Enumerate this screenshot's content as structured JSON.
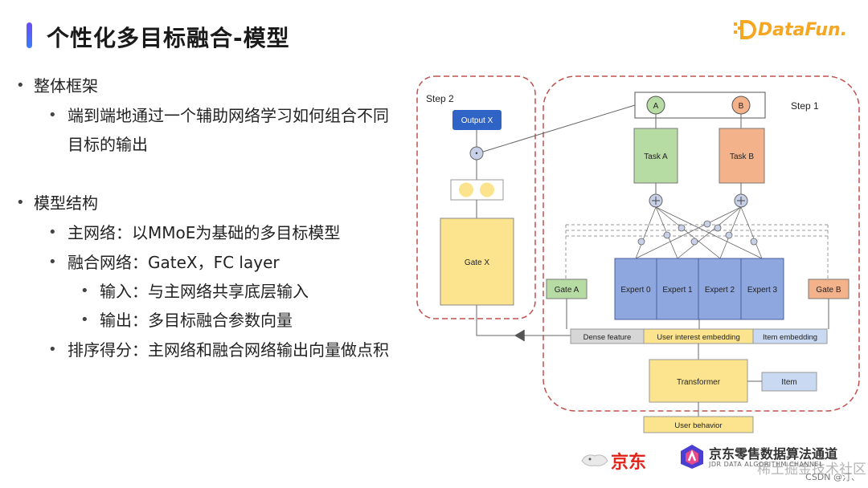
{
  "header": {
    "title": "个性化多目标融合-模型",
    "logo_text": "DataFun."
  },
  "bullets": [
    {
      "level": 1,
      "text": "整体框架"
    },
    {
      "level": 2,
      "text": "端到端地通过一个辅助网络学习如何组合不同"
    },
    {
      "level": 2,
      "text": "目标的输出",
      "continuation": true
    },
    {
      "level": 1,
      "text": "模型结构"
    },
    {
      "level": 2,
      "text": "主网络：以MMoE为基础的多目标模型"
    },
    {
      "level": 2,
      "text": "融合网络：GateX，FC layer"
    },
    {
      "level": 3,
      "text": "输入：与主网络共享底层输入"
    },
    {
      "level": 3,
      "text": "输出：多目标融合参数向量"
    },
    {
      "level": 2,
      "text": "排序得分：主网络和融合网络输出向量做点积"
    }
  ],
  "diagram": {
    "step2": "Step 2",
    "step1": "Step 1",
    "output_x": "Output X",
    "gate_x": "Gate X",
    "node_a": "A",
    "node_b": "B",
    "task_a": "Task A",
    "task_b": "Task B",
    "gate_a": "Gate A",
    "gate_b": "Gate B",
    "experts": [
      "Expert 0",
      "Expert 1",
      "Expert 2",
      "Expert 3"
    ],
    "dense_feature": "Dense feature",
    "user_interest": "User interest embedding",
    "item_embedding": "Item embedding",
    "transformer": "Transformer",
    "item": "Item",
    "user_behavior": "User behavior",
    "dot_symbol": "•",
    "colors": {
      "green": "#b7dca3",
      "orange": "#f4b28a",
      "blue": "#8ea7de",
      "yellow": "#fbe48d",
      "navy": "#2f64c6",
      "red_dash": "#c0504d"
    }
  },
  "footer": {
    "jd_text": "京东",
    "jd_retail_title": "京东零售数据算法通道",
    "jd_retail_sub": "JDR DATA ALGORITHM CHANNEL",
    "watermark": "稀土掘金技术社区",
    "csdn": "CSDN @汀、"
  }
}
